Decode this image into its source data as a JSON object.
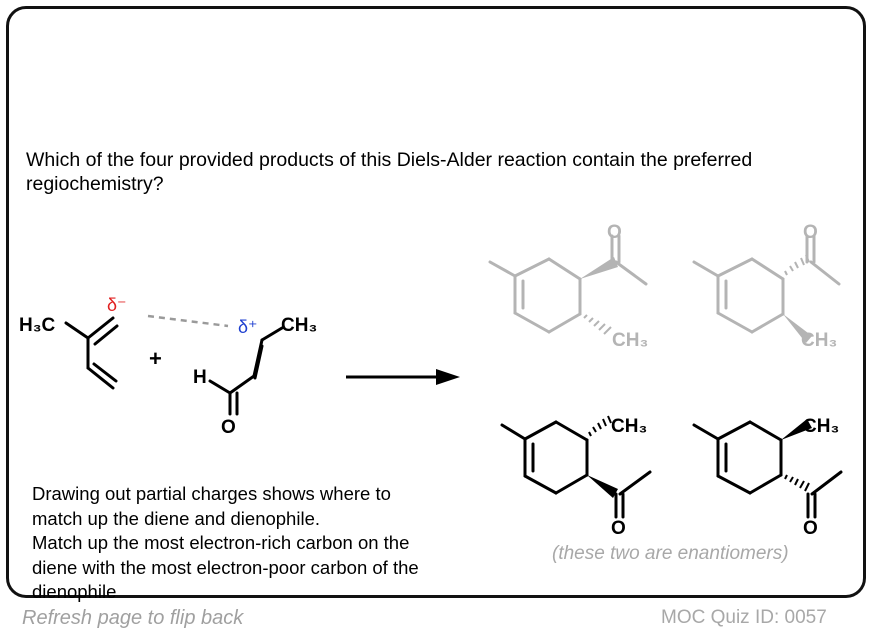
{
  "question": "Which of the four provided products of this Diels-Alder reaction contain the preferred regiochemistry?",
  "diene": {
    "substituent": "H₃C",
    "charge": "δ⁻"
  },
  "dienophile": {
    "charge": "δ⁺",
    "substituent": "CH₃",
    "aldehyde_h": "H",
    "carbonyl_o": "O"
  },
  "plus_sign": "+",
  "products": [
    {
      "carbonyl_o": "O",
      "methyl": "CH₃",
      "style": "gray"
    },
    {
      "carbonyl_o": "O",
      "methyl": "CH₃",
      "style": "gray"
    },
    {
      "carbonyl_o": "O",
      "methyl": "CH₃",
      "style": "black"
    },
    {
      "carbonyl_o": "O",
      "methyl": "CH₃",
      "style": "black"
    }
  ],
  "explanation": [
    "Drawing out partial charges shows where to",
    "match up the diene and dienophile.",
    "Match up the most electron-rich carbon on the",
    "diene with the most electron-poor carbon of the",
    "dienophile"
  ],
  "enantiomer_caption": "(these two are enantiomers)",
  "footer": {
    "left": "Refresh page to flip back",
    "right": "MOC Quiz ID: 0057"
  },
  "colors": {
    "delta_minus": "#e02020",
    "delta_plus": "#1e3fd0",
    "faded": "#b4b4b4",
    "ink": "#000000"
  }
}
